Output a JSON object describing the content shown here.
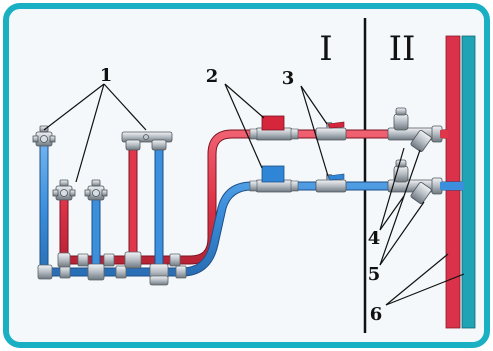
{
  "labels": {
    "n1": "1",
    "n2": "2",
    "n3": "3",
    "n4": "4",
    "n5": "5",
    "n6": "6"
  },
  "zones": {
    "left": "I",
    "right": "II"
  },
  "colors": {
    "frame": "#1ab0c3",
    "panel": "#f4f8fa",
    "hot": "#e0364a",
    "cold": "#3b8fdc",
    "riser_hot": "#d9324a",
    "riser_cold": "#1fa3b5",
    "metal": "#9aa3ab"
  }
}
